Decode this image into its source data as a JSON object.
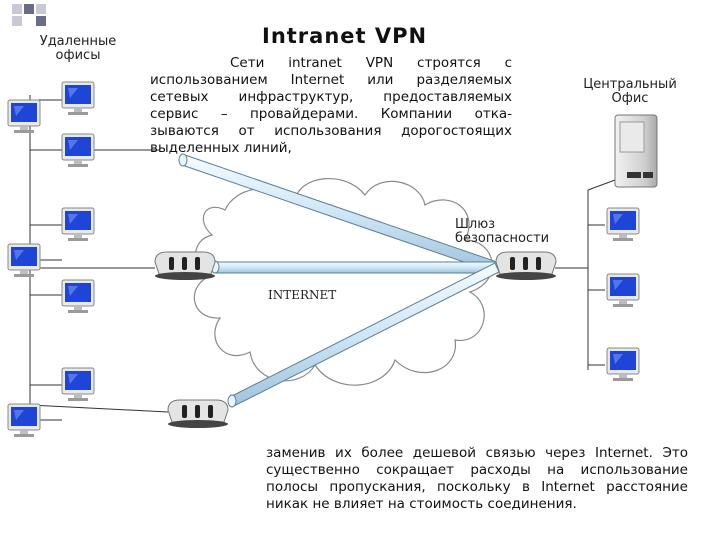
{
  "title": "Intranet VPN",
  "labels": {
    "remote_offices": "Удаленные офисы",
    "central_office": "Центральный Офис",
    "gateway": "Шлюз безопасности",
    "internet": "INTERNET"
  },
  "text": {
    "paragraph1": "Сети intranet VPN строятся с использованием Internet или разделяемых сетевых инфраструктур, предоставляемых сервис – провайдерами. Компании отка- зываются от использования дорогостоящих выделенных линий,",
    "paragraph2": "заменив их более дешевой связью через Internet. Это существенно сокращает расходы на использование полосы пропускания, поскольку в Internet расстояние никак не влияет на стоимость соединения."
  },
  "colors": {
    "decor_light": "#c9c9d6",
    "decor_dark": "#6b6b8a",
    "monitor_screen": "#1f45d6",
    "tunnel": "#d7ecf8"
  }
}
